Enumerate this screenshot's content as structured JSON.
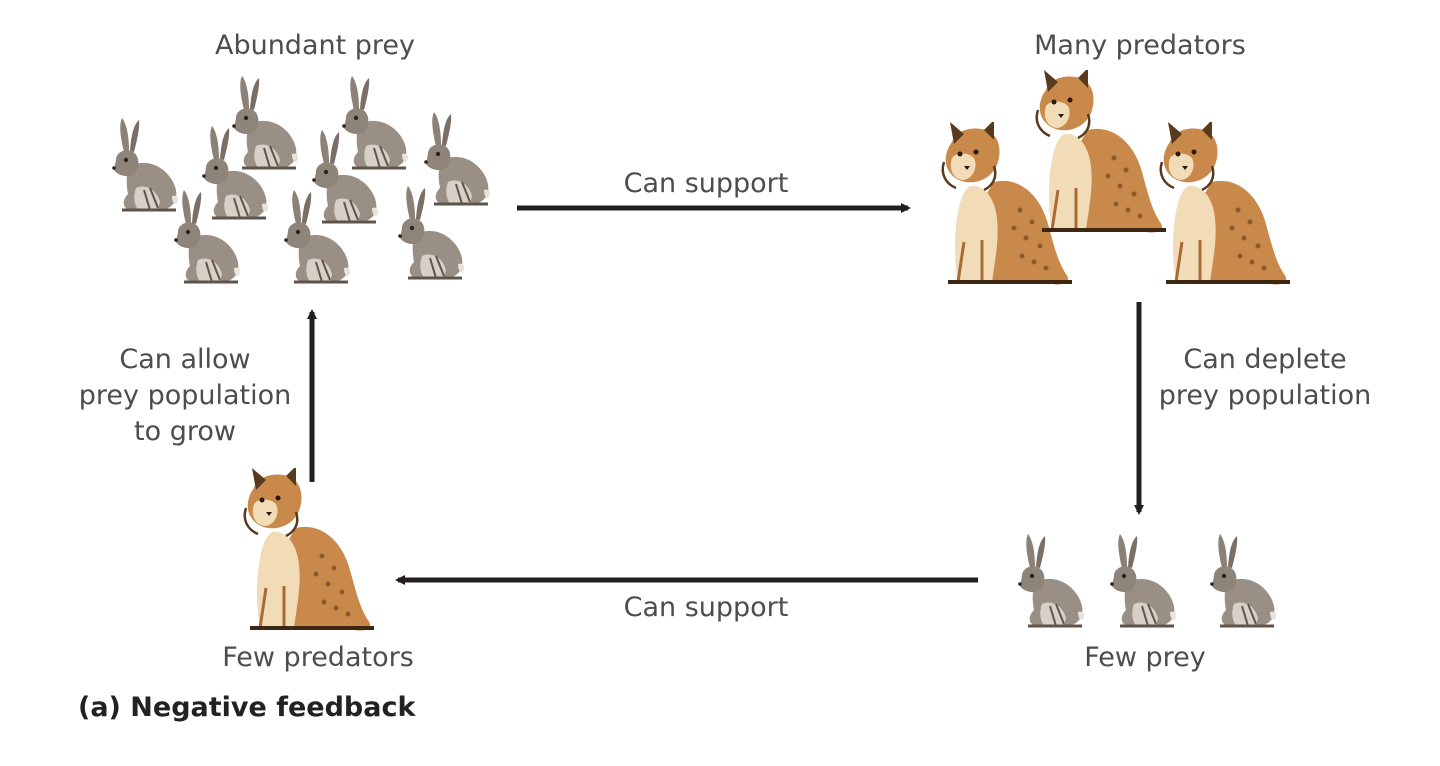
{
  "diagram": {
    "nodes": {
      "abundant_prey": "Abundant prey",
      "many_predators": "Many predators",
      "few_prey": "Few prey",
      "few_predators": "Few predators"
    },
    "edges": {
      "top": "Can support",
      "right": [
        "Can deplete",
        "prey population"
      ],
      "bottom": "Can support",
      "left": [
        "Can allow",
        "prey population",
        "to grow"
      ]
    },
    "caption": "(a) Negative feedback",
    "colors": {
      "text": "#4d4d4d",
      "arrow": "#231f20",
      "hare_body": "#9a8f84",
      "hare_dark": "#5e544b",
      "lynx_body": "#c9894a",
      "lynx_light": "#f2dcb8",
      "lynx_dark": "#5a3a1f"
    }
  }
}
